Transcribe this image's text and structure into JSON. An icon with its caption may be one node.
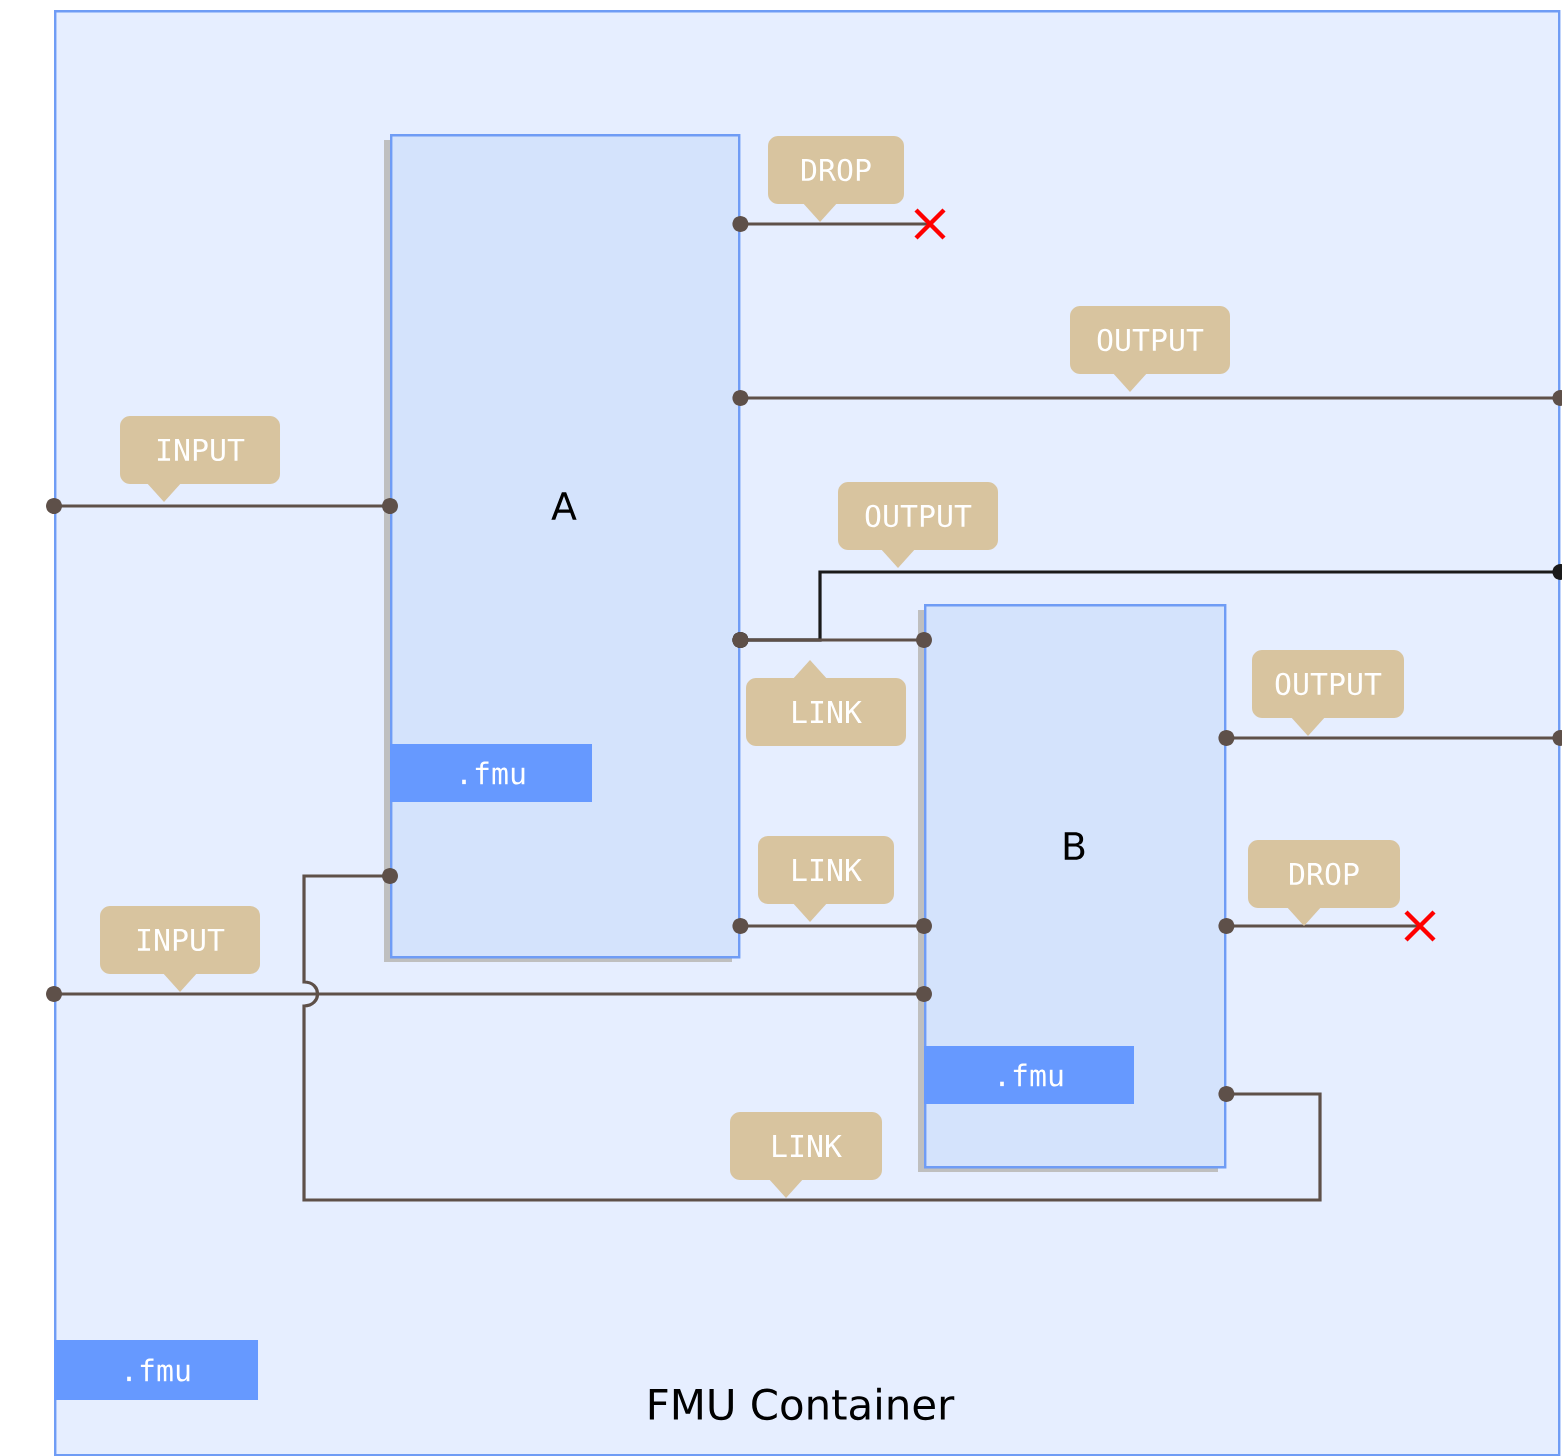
{
  "diagram": {
    "nodes": [
      {
        "text": [
          ".fmu",
          "FMU Container"
        ]
      },
      {
        "text": [
          "A",
          ".fmu"
        ],
        "in": 0
      },
      {
        "text": [
          "B",
          ".fmu"
        ],
        "in": 0
      }
    ],
    "edges": [
      {
        "from": 0,
        "to": 1,
        "arrow": "other",
        "label": "INPUT"
      },
      {
        "from": 1,
        "to": null,
        "arrow": "other",
        "label": "DROP"
      },
      {
        "from": 1,
        "to": 0,
        "arrow": "other",
        "label": "OUTPUT"
      },
      {
        "from": 1,
        "to": 0,
        "arrow": "other",
        "label": "OUTPUT",
        "color": "#1a1a1a"
      },
      {
        "from": 1,
        "to": 2,
        "arrow": "other",
        "label": "LINK"
      },
      {
        "from": 2,
        "to": 0,
        "arrow": "other",
        "label": "OUTPUT"
      },
      {
        "from": 1,
        "to": 2,
        "arrow": "other",
        "label": "LINK"
      },
      {
        "from": 2,
        "to": null,
        "arrow": "other",
        "label": "DROP"
      },
      {
        "from": 0,
        "to": 2,
        "arrow": "other",
        "label": "INPUT"
      },
      {
        "from": 2,
        "to": 1,
        "arrow": "other",
        "label": "LINK"
      }
    ]
  }
}
